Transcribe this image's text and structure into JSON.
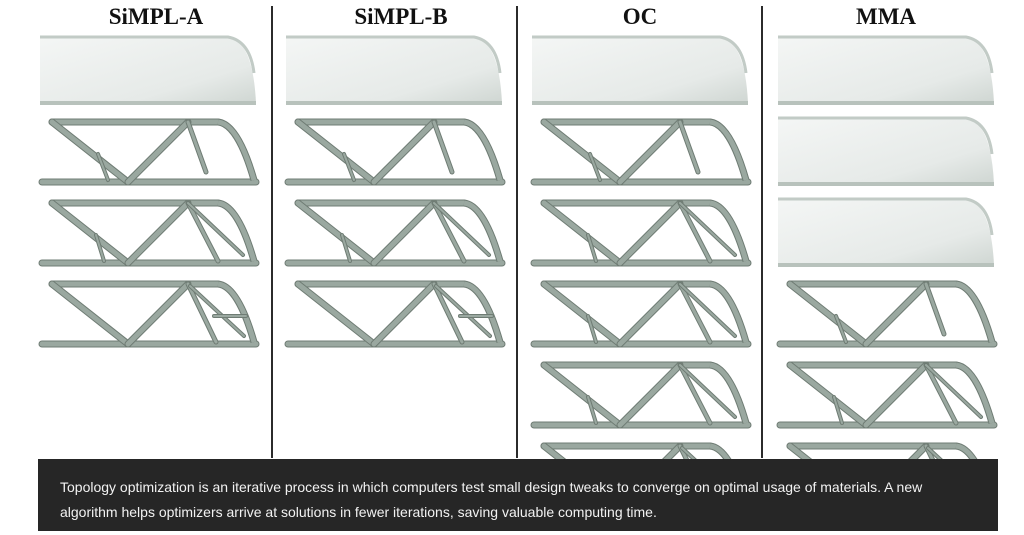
{
  "columns": [
    {
      "title": "SiMPL-A",
      "bold": true
    },
    {
      "title": "SiMPL-B",
      "bold": true
    },
    {
      "title": "OC",
      "bold": false
    },
    {
      "title": "MMA",
      "bold": false
    }
  ],
  "caption": {
    "text": "Topology optimization is an iterative process in which computers test small design tweaks to converge on optimal usage of materials. A new algorithm helps optimizers arrive at solutions in fewer iterations, saving valuable computing time."
  },
  "colors": {
    "beam": "#9aa8a0",
    "beam_edge": "#6f7c74",
    "diffuse": "#e8ecea",
    "caption_bg": "#262626",
    "divider": "#2b2b2b"
  }
}
